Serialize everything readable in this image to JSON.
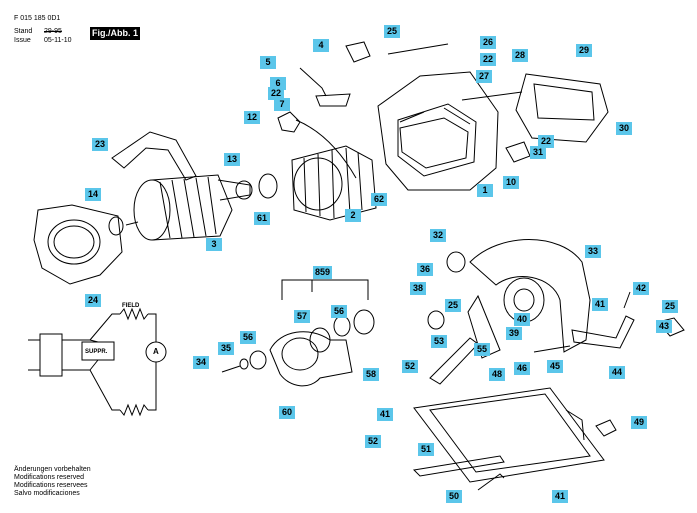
{
  "header": {
    "doc_number": "F 015 185 0D1",
    "stand_label": "Stand",
    "issue_label": "Issue",
    "stand_date": "29-95",
    "issue_date": "05-11-10",
    "figure_label": "Fig./Abb. 1"
  },
  "wiring": {
    "field_label": "FIELD",
    "suppressor_label": "SUPPR.",
    "armature_label": "A"
  },
  "footer": {
    "lines": [
      "Änderungen vorbehalten",
      "Modifications reserved",
      "Modifications reservees",
      "Salvo modificaciones"
    ]
  },
  "callouts": [
    "25",
    "26",
    "4",
    "29",
    "5",
    "22",
    "28",
    "6",
    "27",
    "22",
    "7",
    "12",
    "30",
    "22",
    "31",
    "23",
    "13",
    "10",
    "1",
    "14",
    "62",
    "61",
    "2",
    "3",
    "24",
    "32",
    "33",
    "859",
    "36",
    "42",
    "38",
    "25",
    "41",
    "25",
    "57",
    "56",
    "40",
    "56",
    "43",
    "39",
    "35",
    "53",
    "55",
    "34",
    "52",
    "58",
    "46",
    "48",
    "45",
    "44",
    "60",
    "41",
    "49",
    "52",
    "51",
    "50",
    "41"
  ],
  "colors": {
    "callout_fill": "#5bc6ea",
    "line": "#000000",
    "background": "#ffffff"
  }
}
